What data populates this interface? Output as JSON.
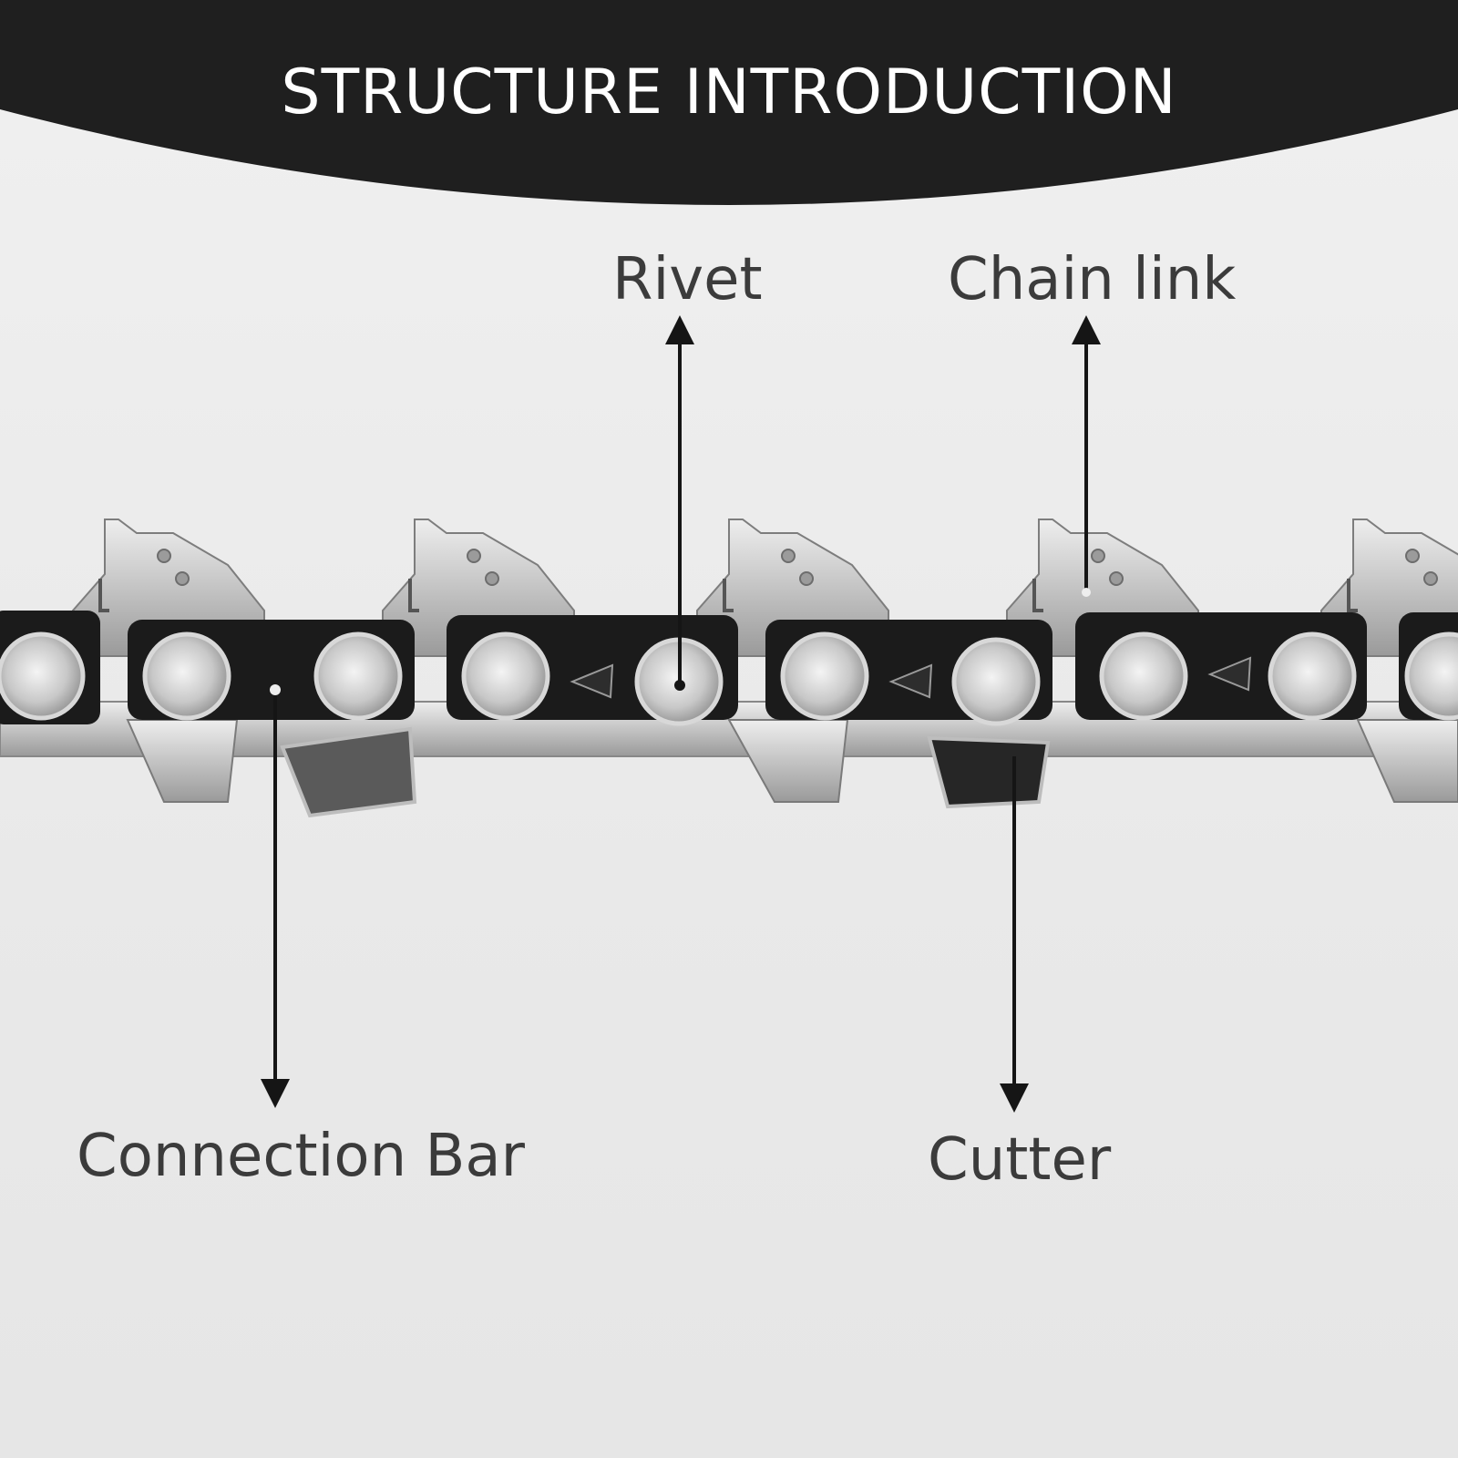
{
  "header": {
    "title": "STRUCTURE INTRODUCTION"
  },
  "labels": {
    "rivet": "Rivet",
    "chain_link": "Chain link",
    "connection_bar": "Connection Bar",
    "cutter": "Cutter"
  },
  "colors": {
    "banner": "#1f1f1f",
    "background": "#ececec",
    "label_text": "#3b3b3b",
    "arrow": "#151515",
    "steel": "#c9c9c9",
    "dark_plate": "#1b1b1b"
  }
}
